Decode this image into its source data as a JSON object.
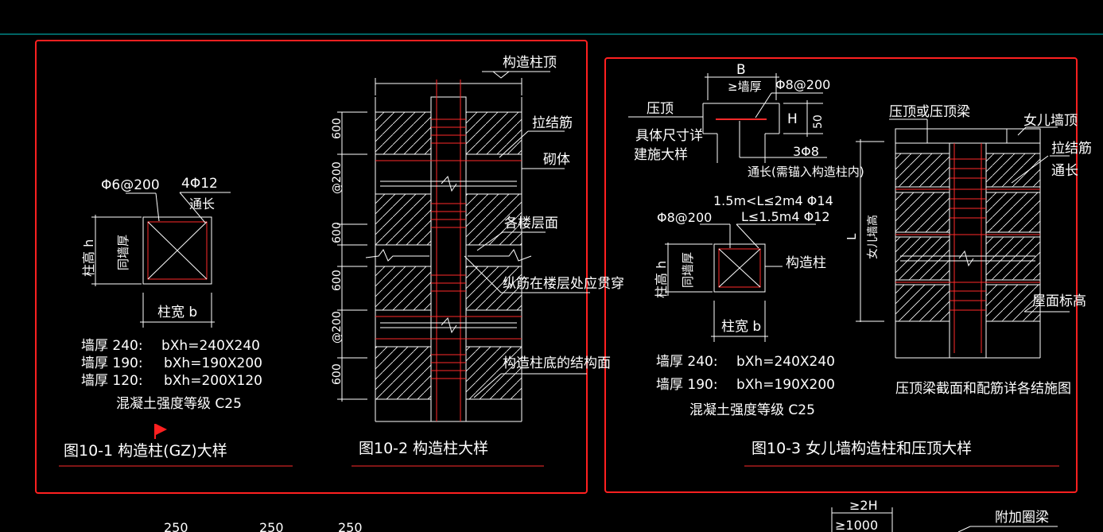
{
  "colors": {
    "background": "#000000",
    "frame": "#ff2020",
    "rebar": "#ff2a2a",
    "line": "#ffffff",
    "guide": "#00c8c8"
  },
  "icons": [
    "flag-marker-icon"
  ],
  "fig1": {
    "stirrup": "Φ6@200",
    "main_bar": "4Φ12",
    "through": "通长",
    "height_label": "柱高 h",
    "height_sub": "同墙厚",
    "width_label": "柱宽 b",
    "rows": [
      {
        "wall": "墙厚 240:",
        "size": "bXh=240X240"
      },
      {
        "wall": "墙厚 190:",
        "size": "bXh=190X200"
      },
      {
        "wall": "墙厚 120:",
        "size": "bXh=200X120"
      }
    ],
    "concrete": "混凝土强度等级 C25",
    "caption": "图10-1 构造柱(GZ)大样"
  },
  "fig2": {
    "top": "构造柱顶",
    "tie": "拉结筋",
    "masonry": "砌体",
    "floor": "各楼层面",
    "longitudinal": "纵筋在楼层处应贯穿",
    "bottom": "构造柱底的结构面",
    "dim_600": "600",
    "dim_200": "@200",
    "caption": "图10-2 构造柱大样"
  },
  "fig3": {
    "b": "B",
    "min_wall": "≥墙厚",
    "stirrup_top": "Φ8@200",
    "h": "H",
    "dim_50": "50",
    "coping": "压顶",
    "coping_note1": "具体尺寸详",
    "coping_note2": "建施大样",
    "bars_3": "3Φ8",
    "through_note": "通长(需锚入构造柱内)",
    "rule1": "1.5m<L≤2m4 Φ14",
    "rule2": "L≤1.5m4 Φ12",
    "stirrup_col": "Φ8@200",
    "column": "构造柱",
    "height_label": "柱高 h",
    "height_sub": "同墙厚",
    "width_label": "柱宽 b",
    "rows": [
      {
        "wall": "墙厚 240:",
        "size": "bXh=240X240"
      },
      {
        "wall": "墙厚 190:",
        "size": "bXh=190X200"
      }
    ],
    "concrete": "混凝土强度等级 C25",
    "coping_beam": "压顶或压顶梁",
    "parapet_top": "女儿墙顶",
    "tie": "拉结筋",
    "through": "通长",
    "l": "L",
    "parapet_height": "女儿墙高",
    "roof": "屋面标高",
    "beam_note": "压顶梁截面和配筋详各结施图",
    "caption": "图10-3 女儿墙构造柱和压顶大样"
  },
  "bottom": {
    "d1": "250",
    "d2": "250",
    "d3": "250",
    "l2h": "≥2H",
    "l1000": "≥1000",
    "extra": "附加圈梁"
  }
}
